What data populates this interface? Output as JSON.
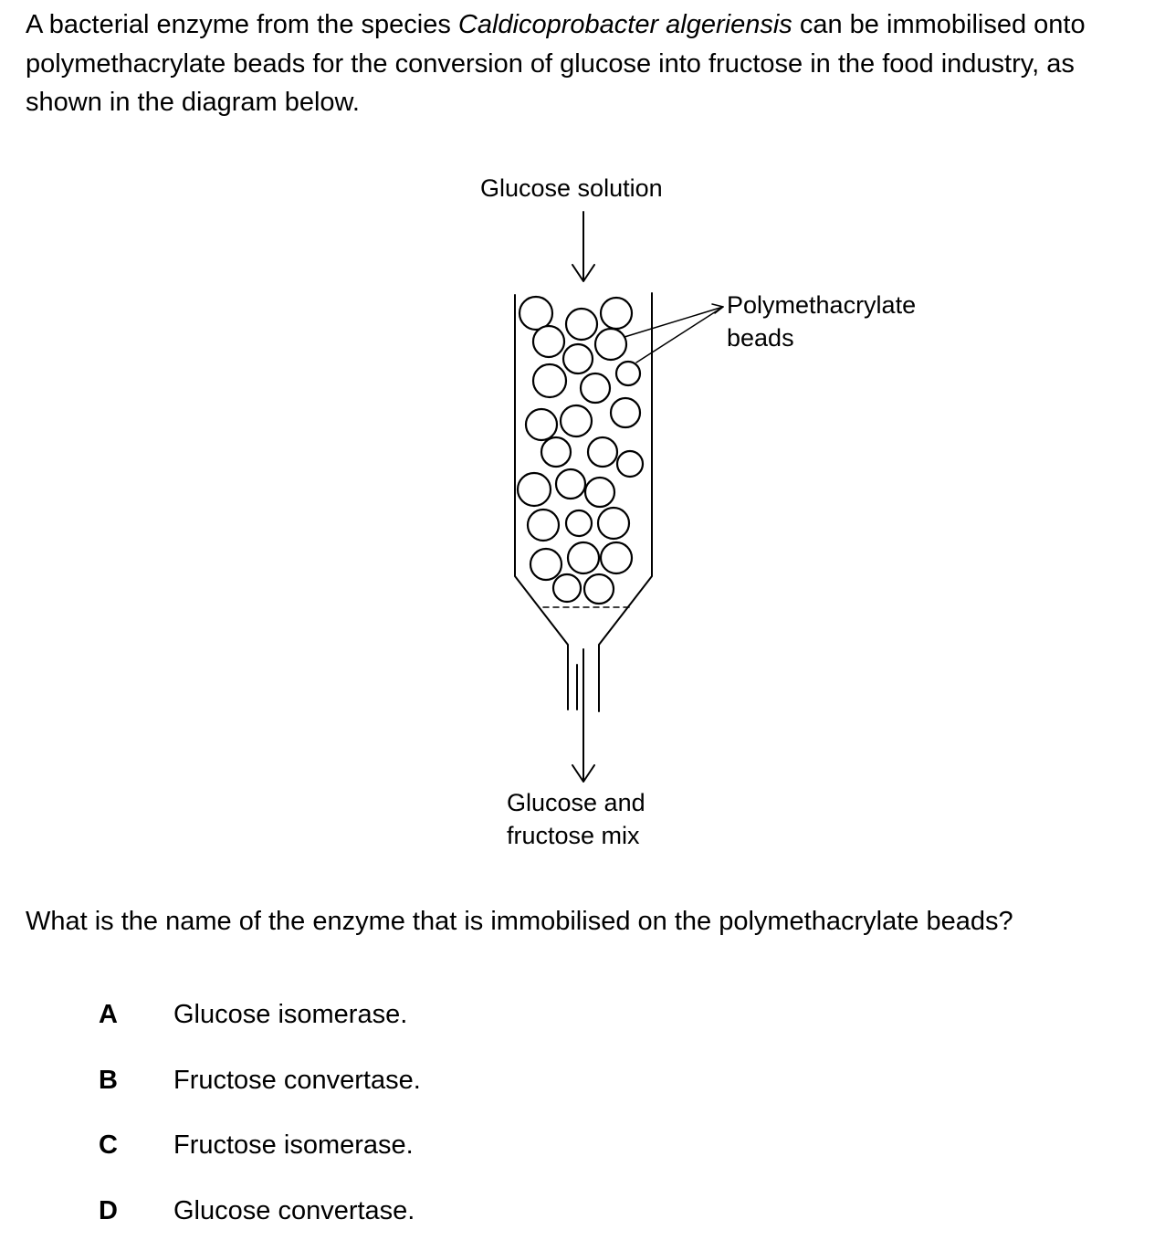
{
  "intro": {
    "part1": "A bacterial enzyme from the species ",
    "species": "Caldicoprobacter algeriensis",
    "part2": " can be immobilised onto polymethacrylate beads for the conversion of glucose into fructose in the food industry, as shown in the diagram below."
  },
  "diagram": {
    "input_label": "Glucose solution",
    "beads_label_line1": "Polymethacrylate",
    "beads_label_line2": "beads",
    "output_label_line1": "Glucose and",
    "output_label_line2": "fructose mix"
  },
  "question": "What is the name of the enzyme that is immobilised on the polymethacrylate beads?",
  "options": [
    {
      "letter": "A",
      "text": "Glucose isomerase."
    },
    {
      "letter": "B",
      "text": "Fructose convertase."
    },
    {
      "letter": "C",
      "text": "Fructose isomerase."
    },
    {
      "letter": "D",
      "text": "Glucose convertase."
    }
  ]
}
